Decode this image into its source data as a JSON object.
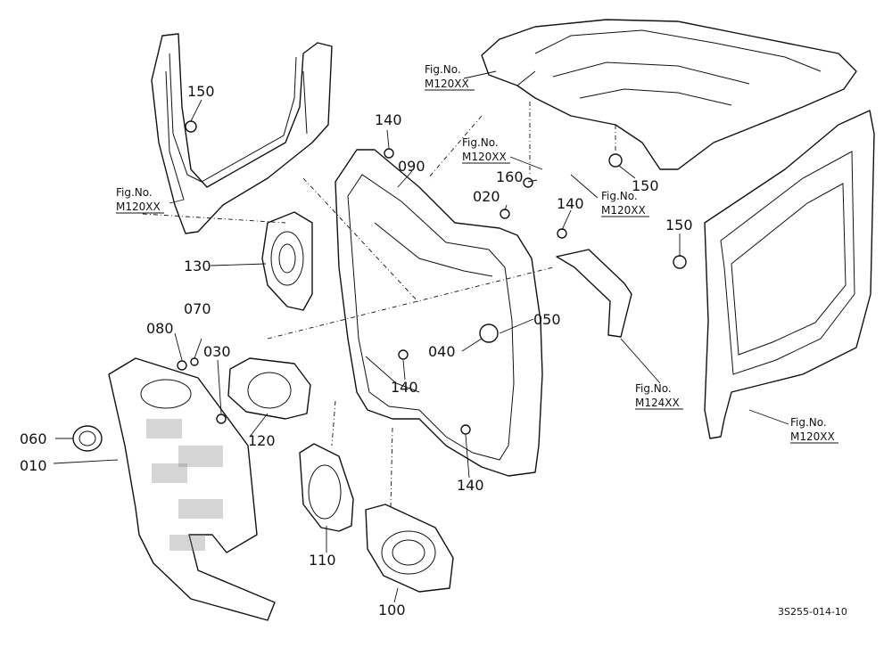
{
  "diagram": {
    "callouts": {
      "p010": "010",
      "p020": "020",
      "p030": "030",
      "p040": "040",
      "p050": "050",
      "p060": "060",
      "p070": "070",
      "p080": "080",
      "p090": "090",
      "p100": "100",
      "p110": "110",
      "p120": "120",
      "p130": "130",
      "p140a": "140",
      "p140b": "140",
      "p140c": "140",
      "p140d": "140",
      "p150a": "150",
      "p150b": "150",
      "p150c": "150",
      "p160": "160"
    },
    "figure_refs": {
      "ref_top": {
        "prefix": "Fig.No.",
        "number": "M120XX"
      },
      "ref_mid_a": {
        "prefix": "Fig.No.",
        "number": "M120XX"
      },
      "ref_mid_b": {
        "prefix": "Fig.No.",
        "number": "M120XX"
      },
      "ref_left": {
        "prefix": "Fig.No.",
        "number": "M120XX"
      },
      "ref_m124": {
        "prefix": "Fig.No.",
        "number": "M124XX"
      },
      "ref_right": {
        "prefix": "Fig.No.",
        "number": "M120XX"
      }
    },
    "drawing_code": "3S255-014-10"
  }
}
